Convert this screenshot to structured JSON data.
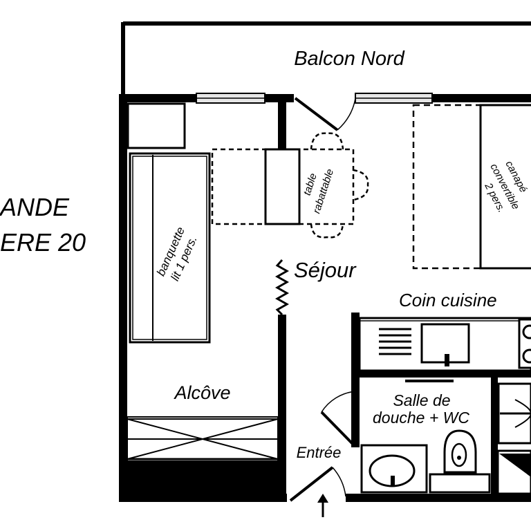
{
  "plan": {
    "building_name_line1": "ANDE",
    "building_name_line2": "ERE 20",
    "rooms": {
      "balcony": "Balcon Nord",
      "living": "Séjour",
      "kitchen": "Coin cuisine",
      "bathroom_line1": "Salle de",
      "bathroom_line2": "douche + WC",
      "alcove": "Alcôve",
      "entrance": "Entrée"
    },
    "furniture": {
      "table_line1": "table",
      "table_line2": "rabattable",
      "bench_line1": "banquette",
      "bench_line2": "lit 1 pers.",
      "sofa_line1": "canapé",
      "sofa_line2": "convertible",
      "sofa_line3": "2 pers."
    },
    "colors": {
      "ink": "#000000",
      "paper": "#ffffff",
      "window_fill": "#e6e6e6"
    }
  }
}
